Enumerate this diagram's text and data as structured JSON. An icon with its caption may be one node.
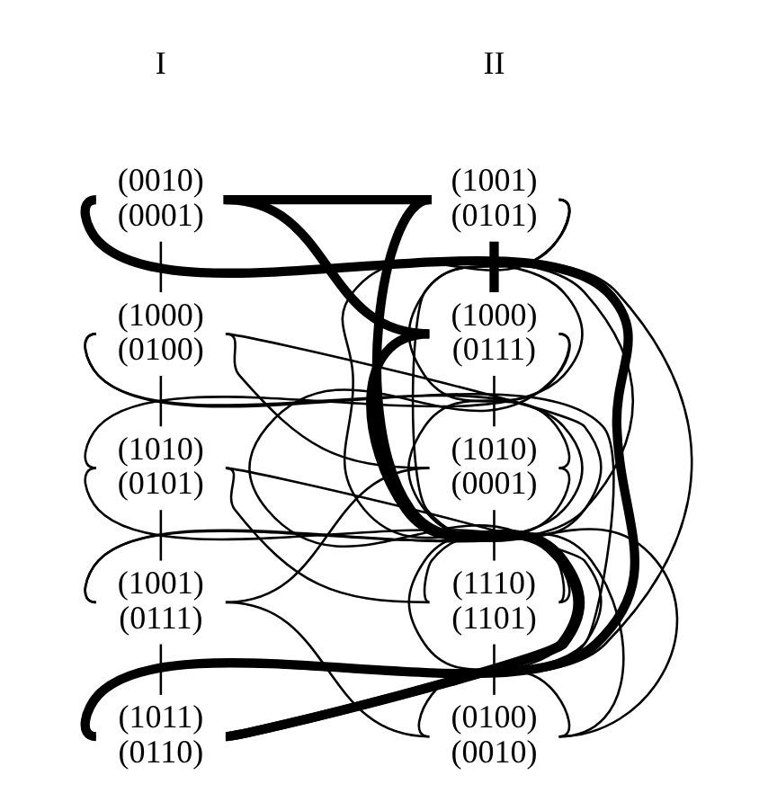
{
  "diagram": {
    "nodes": [
      {
        "text": [
          "(0010)",
          "(0001)"
        ]
      },
      {
        "text": [
          "(1001)",
          "(0101)"
        ]
      },
      {
        "text": [
          "(1000)",
          "(0100)"
        ]
      },
      {
        "text": [
          "(1000)",
          "(0111)"
        ]
      },
      {
        "text": [
          "(1010)",
          "(0101)"
        ]
      },
      {
        "text": [
          "(1010)",
          "(0001)"
        ]
      },
      {
        "text": [
          "(1001)",
          "(0111)"
        ]
      },
      {
        "text": [
          "(1110)",
          "(1101)"
        ]
      },
      {
        "text": [
          "(1011)",
          "(0110)"
        ]
      },
      {
        "text": [
          "(0100)",
          "(0010)"
        ]
      }
    ],
    "edges": [
      {
        "from": 0,
        "to": 2,
        "arrow": "none"
      },
      {
        "from": 2,
        "to": 4,
        "arrow": "none"
      },
      {
        "from": 4,
        "to": 6,
        "arrow": "none"
      },
      {
        "from": 6,
        "to": 8,
        "arrow": "none"
      },
      {
        "from": 1,
        "to": 3,
        "arrow": "none",
        "style": "thick"
      },
      {
        "from": 3,
        "to": 5,
        "arrow": "none"
      },
      {
        "from": 5,
        "to": 7,
        "arrow": "none"
      },
      {
        "from": 7,
        "to": 9,
        "arrow": "none"
      },
      {
        "from": 0,
        "to": 4,
        "arrow": "none"
      },
      {
        "from": 0,
        "to": 6,
        "arrow": "none"
      },
      {
        "from": 0,
        "to": 8,
        "arrow": "none"
      },
      {
        "from": 0,
        "to": 8,
        "arrow": "none",
        "style": "thick"
      },
      {
        "from": 2,
        "to": 6,
        "arrow": "none"
      },
      {
        "from": 2,
        "to": 8,
        "arrow": "none"
      },
      {
        "from": 4,
        "to": 8,
        "arrow": "none"
      },
      {
        "from": 1,
        "to": 5,
        "arrow": "none"
      },
      {
        "from": 1,
        "to": 7,
        "arrow": "none"
      },
      {
        "from": 1,
        "to": 9,
        "arrow": "none"
      },
      {
        "from": 3,
        "to": 7,
        "arrow": "none"
      },
      {
        "from": 3,
        "to": 9,
        "arrow": "none"
      },
      {
        "from": 5,
        "to": 9,
        "arrow": "none"
      },
      {
        "from": 0,
        "to": 1,
        "arrow": "none",
        "style": "thick"
      },
      {
        "from": 0,
        "to": 3,
        "arrow": "none",
        "style": "thick"
      },
      {
        "from": 1,
        "to": 8,
        "arrow": "none",
        "style": "thick"
      },
      {
        "from": 3,
        "to": 8,
        "arrow": "none",
        "style": "thick"
      },
      {
        "from": 2,
        "to": 5,
        "arrow": "none"
      },
      {
        "from": 2,
        "to": 7,
        "arrow": "none"
      },
      {
        "from": 4,
        "to": 7,
        "arrow": "none"
      },
      {
        "from": 4,
        "to": 9,
        "arrow": "none"
      },
      {
        "from": 6,
        "to": 5,
        "arrow": "none"
      },
      {
        "from": 6,
        "to": 9,
        "arrow": "none"
      }
    ],
    "labels": [
      "I",
      "II"
    ]
  }
}
